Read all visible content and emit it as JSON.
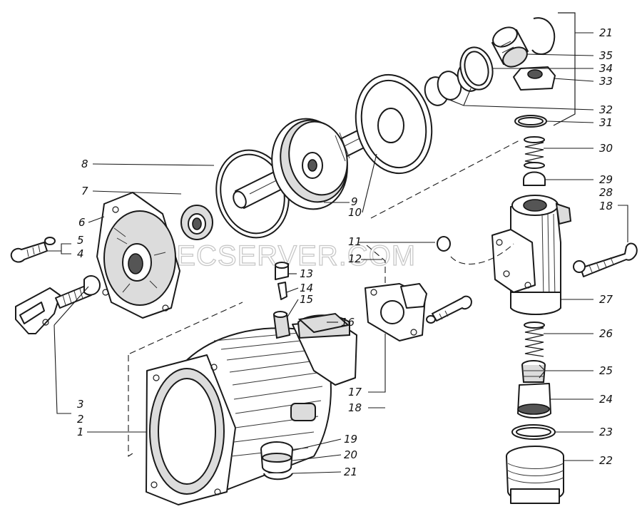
{
  "watermark": "SPECSERVER.COM",
  "callouts": [
    {
      "id": "c1",
      "text": "1"
    },
    {
      "id": "c2",
      "text": "2"
    },
    {
      "id": "c3",
      "text": "3"
    },
    {
      "id": "c4",
      "text": "4"
    },
    {
      "id": "c5",
      "text": "5"
    },
    {
      "id": "c6",
      "text": "6"
    },
    {
      "id": "c7",
      "text": "7"
    },
    {
      "id": "c8",
      "text": "8"
    },
    {
      "id": "c9",
      "text": "9"
    },
    {
      "id": "c10",
      "text": "10"
    },
    {
      "id": "c11",
      "text": "11"
    },
    {
      "id": "c12",
      "text": "12"
    },
    {
      "id": "c13",
      "text": "13"
    },
    {
      "id": "c14",
      "text": "14"
    },
    {
      "id": "c15",
      "text": "15"
    },
    {
      "id": "c16",
      "text": "16"
    },
    {
      "id": "c17",
      "text": "17"
    },
    {
      "id": "c18a",
      "text": "18"
    },
    {
      "id": "c19",
      "text": "19"
    },
    {
      "id": "c20",
      "text": "20"
    },
    {
      "id": "c21a",
      "text": "21"
    },
    {
      "id": "c22",
      "text": "22"
    },
    {
      "id": "c23",
      "text": "23"
    },
    {
      "id": "c24",
      "text": "24"
    },
    {
      "id": "c25",
      "text": "25"
    },
    {
      "id": "c26",
      "text": "26"
    },
    {
      "id": "c27",
      "text": "27"
    },
    {
      "id": "c28",
      "text": "28"
    },
    {
      "id": "c18b",
      "text": "18"
    },
    {
      "id": "c29",
      "text": "29"
    },
    {
      "id": "c30",
      "text": "30"
    },
    {
      "id": "c31",
      "text": "31"
    },
    {
      "id": "c32",
      "text": "32"
    },
    {
      "id": "c33",
      "text": "33"
    },
    {
      "id": "c34",
      "text": "34"
    },
    {
      "id": "c35",
      "text": "35"
    },
    {
      "id": "c21b",
      "text": "21"
    }
  ]
}
